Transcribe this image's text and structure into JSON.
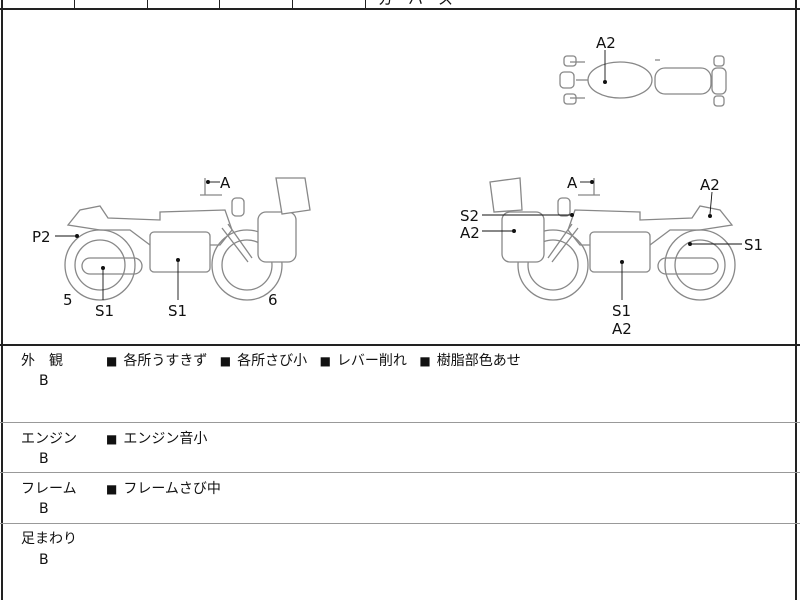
{
  "top_fragment": "ガ・ハ・ス",
  "diagram": {
    "top_view_labels": [
      "A2"
    ],
    "left_view_labels": [
      "A",
      "P2",
      "5",
      "S1",
      "S1",
      "6"
    ],
    "right_view_labels": [
      "A",
      "A2",
      "S2",
      "A2",
      "S1",
      "S1",
      "A2"
    ]
  },
  "rows": [
    {
      "category": "外　観",
      "grade": "B",
      "remarks": [
        "各所うすきず",
        "各所さび小",
        "レバー削れ",
        "樹脂部色あせ"
      ]
    },
    {
      "category": "エンジン",
      "grade": "B",
      "remarks": [
        "エンジン音小"
      ]
    },
    {
      "category": "フレーム",
      "grade": "B",
      "remarks": [
        "フレームさび中"
      ]
    },
    {
      "category": "足まわり",
      "grade": "B",
      "remarks": []
    }
  ],
  "bullet_symbol": "■"
}
